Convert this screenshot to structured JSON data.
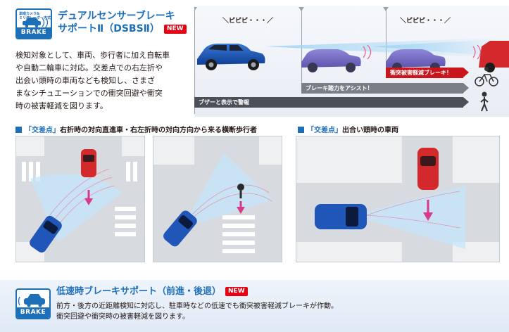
{
  "feature1": {
    "badge_small": "単眼カメラ&\nミリ波レーダー方式",
    "badge_label": "BRAKE",
    "title_line1": "デュアルセンサーブレーキ",
    "title_line2": "サポートⅡ（DSBSⅡ）",
    "new_label": "NEW",
    "description": [
      "検知対象として、車両、歩行者に加え自転車",
      "や自動二輪車に対応。交差点での右左折や",
      "出会い頭時の車両なども検知し、さまざ",
      "まなシチュエーションでの衝突回避や衝突",
      "時の被害軽減を図ります。"
    ]
  },
  "timeline": {
    "beep_1": "＼ピピピ・・・／",
    "beep_2": "＼ピピピ・・・／",
    "bars": [
      "衝突被害軽減ブレーキ！",
      "ブレーキ踏力をアシスト！",
      "ブザーと表示で警報"
    ],
    "colors": {
      "bar1": "#c9161d",
      "bar2": "#7a7f86",
      "bar3": "#4b5058"
    }
  },
  "scenes": {
    "heading_left_prefix": "「交差点」",
    "heading_left_rest": "右折時の対向直進車・右左折時の対向方向から来る横断歩行者",
    "heading_right_prefix": "「交差点」",
    "heading_right_rest": "出合い頭時の車両"
  },
  "feature2": {
    "badge_label": "BRAKE",
    "title": "低速時ブレーキサポート（前進・後退）",
    "new_label": "NEW",
    "description": [
      "前方・後方の近距離検知に対応し、駐車時などの低速でも衝突被害軽減ブレーキが作動。",
      "衝突回避や衝突時の被害軽減を図ります。"
    ]
  }
}
